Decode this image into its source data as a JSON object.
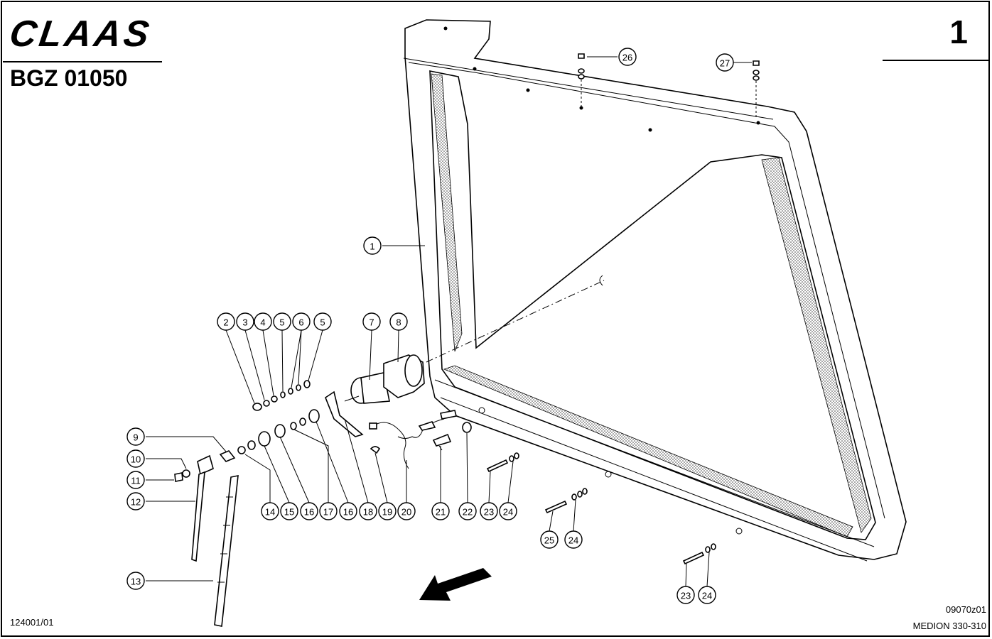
{
  "header": {
    "logo": "CLAAS",
    "doc_code": "BGZ 01050",
    "page_number": "1"
  },
  "footer": {
    "left_code": "124001/01",
    "drawing_id": "09070z01",
    "model": "MEDION 330-310"
  },
  "callouts": [
    {
      "label": "1"
    },
    {
      "label": "2"
    },
    {
      "label": "3"
    },
    {
      "label": "4"
    },
    {
      "label": "5"
    },
    {
      "label": "6"
    },
    {
      "label": "5"
    },
    {
      "label": "7"
    },
    {
      "label": "8"
    },
    {
      "label": "9"
    },
    {
      "label": "10"
    },
    {
      "label": "11"
    },
    {
      "label": "12"
    },
    {
      "label": "13"
    },
    {
      "label": "14"
    },
    {
      "label": "15"
    },
    {
      "label": "16"
    },
    {
      "label": "17"
    },
    {
      "label": "16"
    },
    {
      "label": "18"
    },
    {
      "label": "19"
    },
    {
      "label": "20"
    },
    {
      "label": "21"
    },
    {
      "label": "22"
    },
    {
      "label": "23"
    },
    {
      "label": "24"
    },
    {
      "label": "25"
    },
    {
      "label": "24"
    },
    {
      "label": "23"
    },
    {
      "label": "24"
    },
    {
      "label": "26"
    },
    {
      "label": "27"
    }
  ]
}
